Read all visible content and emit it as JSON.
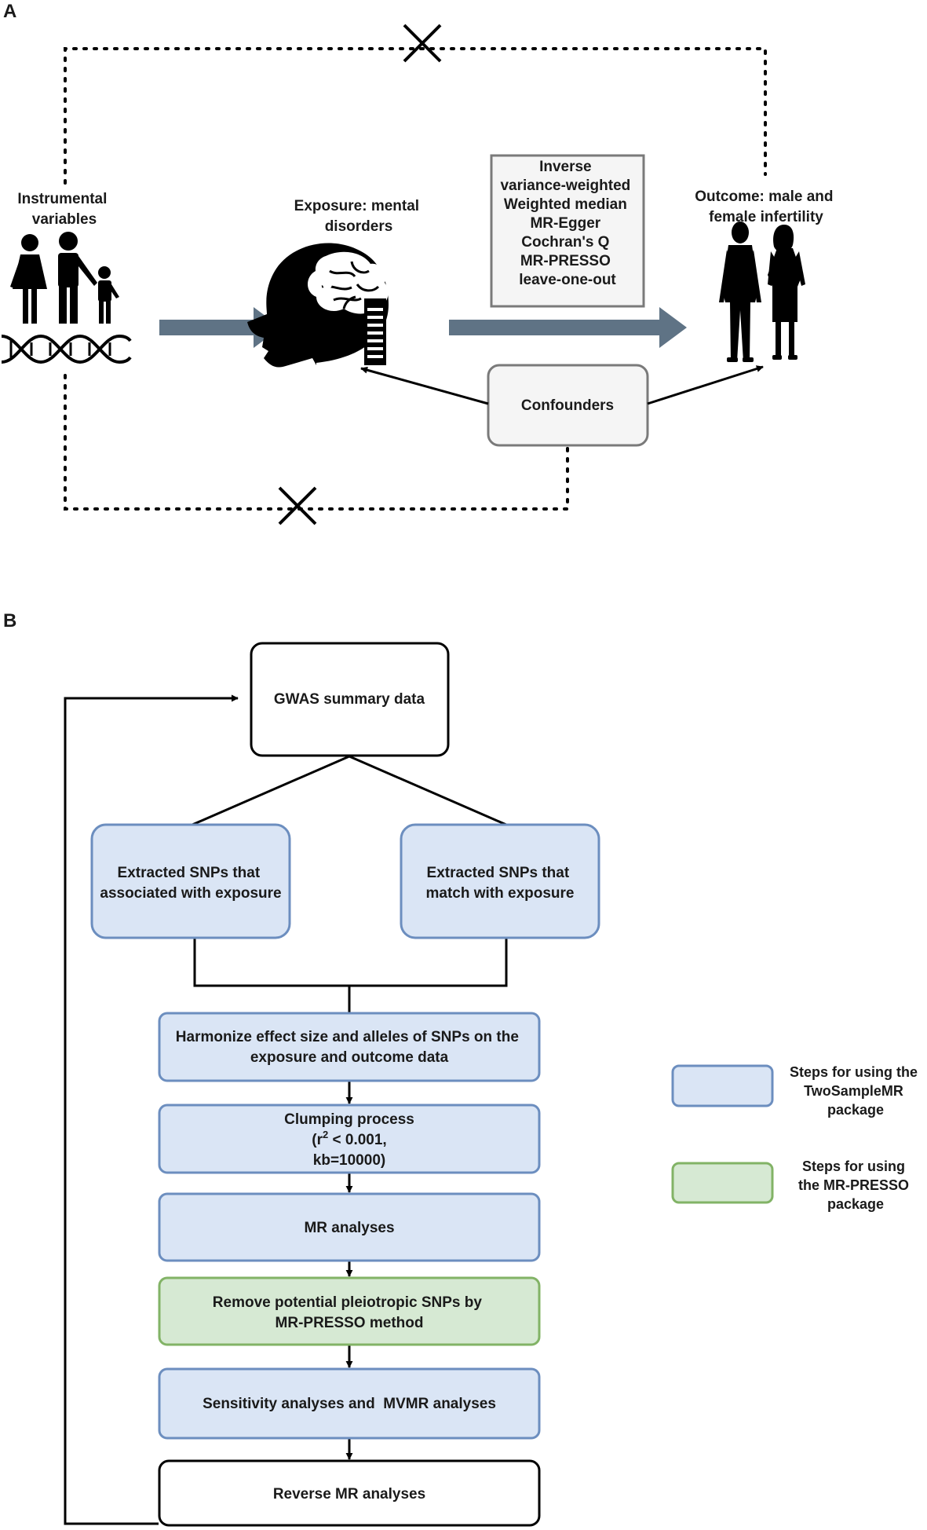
{
  "panel_a": {
    "label": "A",
    "instrumental": [
      "Instrumental",
      "variables"
    ],
    "exposure": [
      "Exposure: mental",
      "disorders"
    ],
    "outcome": [
      "Outcome: male and",
      "female infertility"
    ],
    "methods": [
      "Inverse",
      "variance-weighted",
      "Weighted median",
      "MR-Egger",
      "Cochran's Q",
      "MR-PRESSO",
      "leave-one-out"
    ],
    "confounders": "Confounders"
  },
  "panel_b": {
    "label": "B",
    "gwas": "GWAS summary data",
    "snp_left": [
      "Extracted SNPs that",
      "associated with exposure"
    ],
    "snp_right": [
      "Extracted SNPs that",
      "match with exposure"
    ],
    "harmonize": [
      "Harmonize effect size and alleles of SNPs on the",
      "exposure and outcome data"
    ],
    "clumping": {
      "title": "Clumping process",
      "r_open": "(r",
      "r_sup": "2",
      "r_rest": " < 0.001,",
      "kb": "kb=10000)"
    },
    "mr_analyses": "MR analyses",
    "remove": [
      "Remove potential pleiotropic SNPs by",
      "MR-PRESSO method"
    ],
    "sensitivity": "Sensitivity analyses and  MVMR analyses",
    "reverse": "Reverse MR analyses",
    "legend": [
      {
        "lines": [
          "Steps for using the",
          "TwoSampleMR",
          "package"
        ],
        "color": "#dae5f5"
      },
      {
        "lines": [
          "Steps for using",
          "the MR-PRESSO",
          "package"
        ],
        "color": "#d6e9d3"
      }
    ]
  },
  "colors": {
    "blue_fill": "#dae5f5",
    "blue_stroke": "#6c8ebf",
    "green_fill": "#d6e9d3",
    "green_stroke": "#82b366",
    "arrow_fill": "#5f7385",
    "gray_box": "#f5f5f5"
  }
}
